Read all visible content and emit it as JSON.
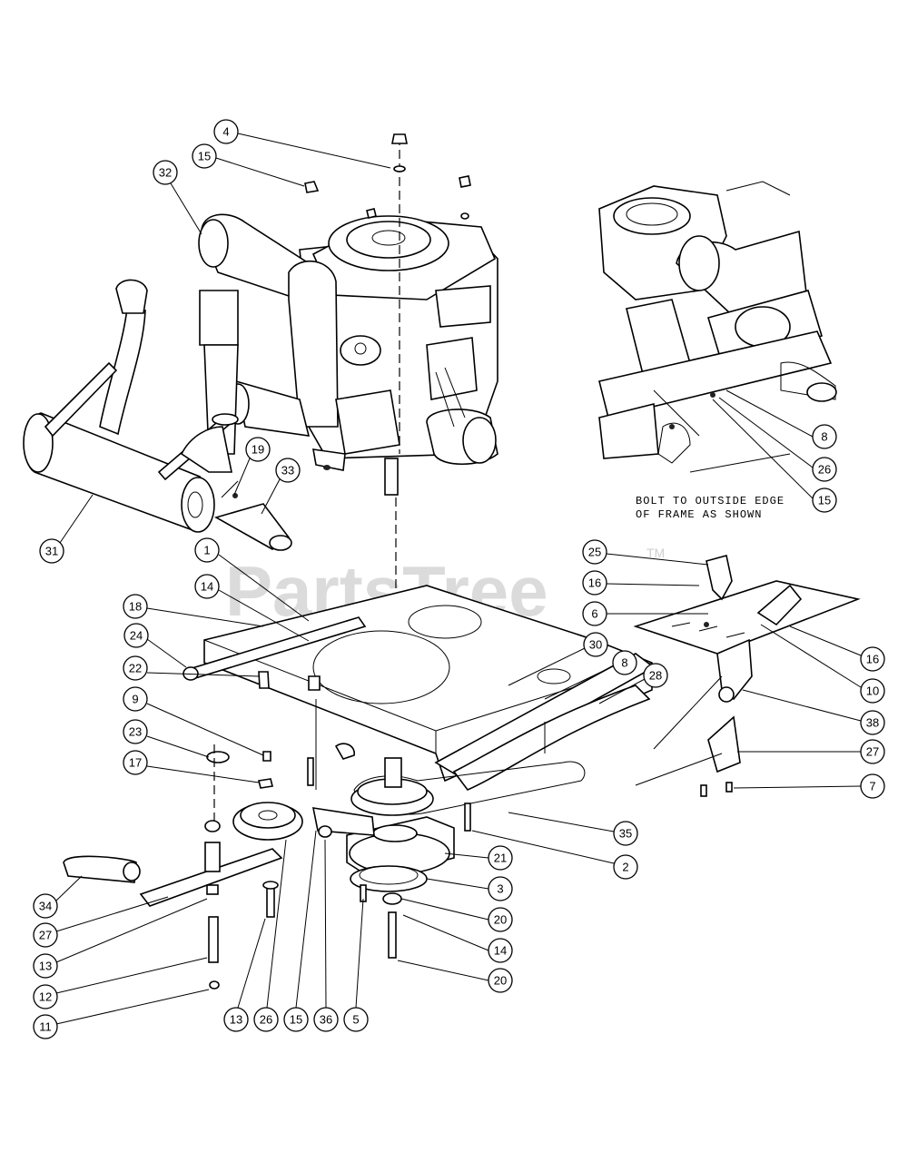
{
  "watermark": {
    "text": "PartsTree",
    "trademark": "TM"
  },
  "note": {
    "line1": "BOLT TO OUTSIDE EDGE",
    "line2": "OF FRAME AS SHOWN"
  },
  "callouts": [
    {
      "id": "c4",
      "label": "4"
    },
    {
      "id": "c15a",
      "label": "15"
    },
    {
      "id": "c32",
      "label": "32"
    },
    {
      "id": "c19",
      "label": "19"
    },
    {
      "id": "c33",
      "label": "33"
    },
    {
      "id": "c31",
      "label": "31"
    },
    {
      "id": "c1",
      "label": "1"
    },
    {
      "id": "c14a",
      "label": "14"
    },
    {
      "id": "c18",
      "label": "18"
    },
    {
      "id": "c24",
      "label": "24"
    },
    {
      "id": "c22",
      "label": "22"
    },
    {
      "id": "c9",
      "label": "9"
    },
    {
      "id": "c23",
      "label": "23"
    },
    {
      "id": "c17",
      "label": "17"
    },
    {
      "id": "c34",
      "label": "34"
    },
    {
      "id": "c27a",
      "label": "27"
    },
    {
      "id": "c13a",
      "label": "13"
    },
    {
      "id": "c12",
      "label": "12"
    },
    {
      "id": "c11",
      "label": "11"
    },
    {
      "id": "c13b",
      "label": "13"
    },
    {
      "id": "c26a",
      "label": "26"
    },
    {
      "id": "c15b",
      "label": "15"
    },
    {
      "id": "c36",
      "label": "36"
    },
    {
      "id": "c5",
      "label": "5"
    },
    {
      "id": "c20a",
      "label": "20"
    },
    {
      "id": "c14b",
      "label": "14"
    },
    {
      "id": "c20b",
      "label": "20"
    },
    {
      "id": "c3",
      "label": "3"
    },
    {
      "id": "c21",
      "label": "21"
    },
    {
      "id": "c2",
      "label": "2"
    },
    {
      "id": "c35",
      "label": "35"
    },
    {
      "id": "c7",
      "label": "7"
    },
    {
      "id": "c27b",
      "label": "27"
    },
    {
      "id": "c38",
      "label": "38"
    },
    {
      "id": "c10",
      "label": "10"
    },
    {
      "id": "c16a",
      "label": "16"
    },
    {
      "id": "c25",
      "label": "25"
    },
    {
      "id": "c16b",
      "label": "16"
    },
    {
      "id": "c6",
      "label": "6"
    },
    {
      "id": "c30",
      "label": "30"
    },
    {
      "id": "c8a",
      "label": "8"
    },
    {
      "id": "c28",
      "label": "28"
    },
    {
      "id": "c8b",
      "label": "8"
    },
    {
      "id": "c26b",
      "label": "26"
    },
    {
      "id": "c15c",
      "label": "15"
    }
  ]
}
